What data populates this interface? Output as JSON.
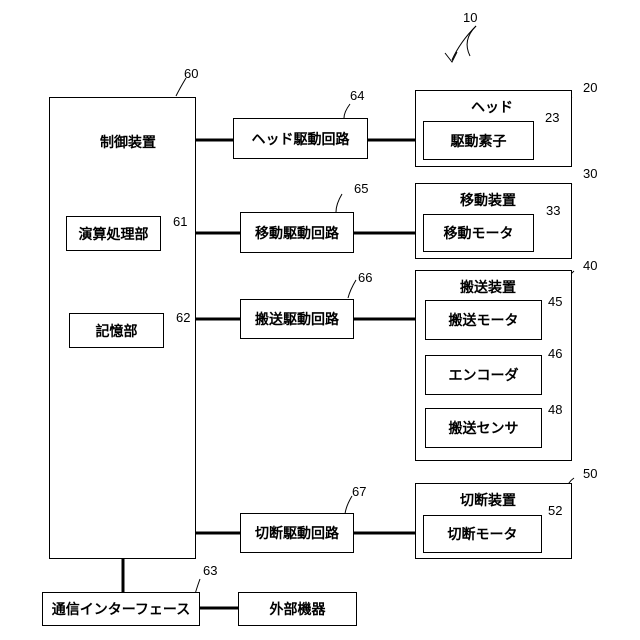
{
  "ref_system": "10",
  "controller": {
    "label": "制御装置",
    "ref": "60",
    "cpu": {
      "label": "演算処理部",
      "ref": "61"
    },
    "memory": {
      "label": "記憶部",
      "ref": "62"
    }
  },
  "interface": {
    "label": "通信インターフェース",
    "ref": "63"
  },
  "external": {
    "label": "外部機器"
  },
  "drivers": [
    {
      "label": "ヘッド駆動回路",
      "ref": "64"
    },
    {
      "label": "移動駆動回路",
      "ref": "65"
    },
    {
      "label": "搬送駆動回路",
      "ref": "66"
    },
    {
      "label": "切断駆動回路",
      "ref": "67"
    }
  ],
  "devices": {
    "head": {
      "label": "ヘッド",
      "ref": "20",
      "element": {
        "label": "駆動素子",
        "ref": "23"
      }
    },
    "mover": {
      "label": "移動装置",
      "ref": "30",
      "motor": {
        "label": "移動モータ",
        "ref": "33"
      }
    },
    "transport": {
      "label": "搬送装置",
      "ref": "40",
      "motor": {
        "label": "搬送モータ",
        "ref": "45"
      },
      "encoder": {
        "label": "エンコーダ",
        "ref": "46"
      },
      "sensor": {
        "label": "搬送センサ",
        "ref": "48"
      }
    },
    "cutter": {
      "label": "切断装置",
      "ref": "50",
      "motor": {
        "label": "切断モータ",
        "ref": "52"
      }
    }
  }
}
